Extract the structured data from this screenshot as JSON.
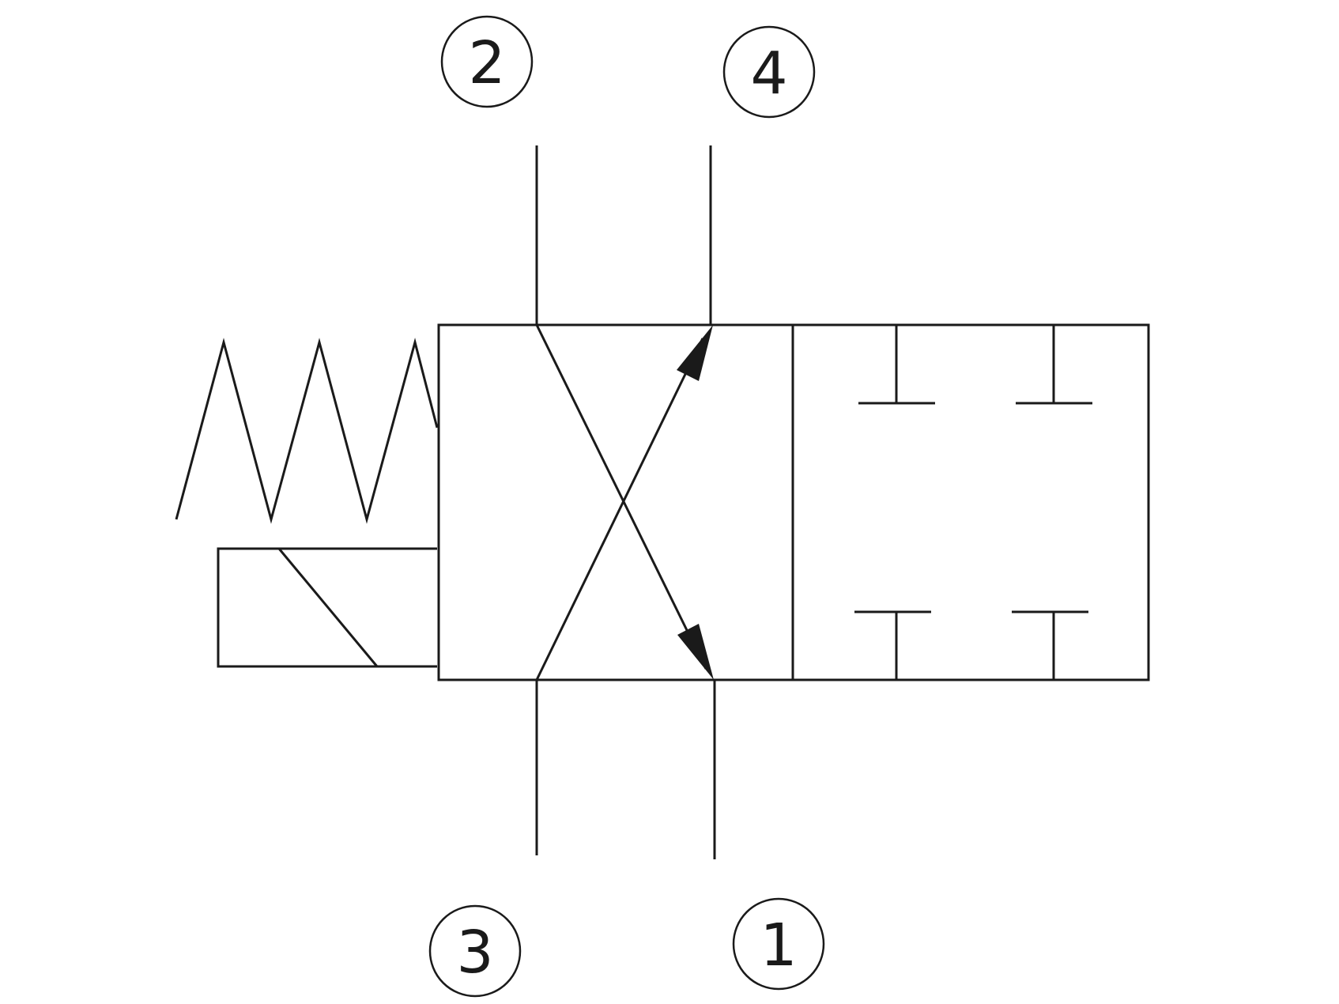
{
  "diagram": {
    "colors": {
      "line": "#1a1a1a",
      "background": "#ffffff"
    },
    "ports": [
      {
        "id": "port-2",
        "label": "2"
      },
      {
        "id": "port-4",
        "label": "4"
      },
      {
        "id": "port-3",
        "label": "3"
      },
      {
        "id": "port-1",
        "label": "1"
      }
    ]
  }
}
